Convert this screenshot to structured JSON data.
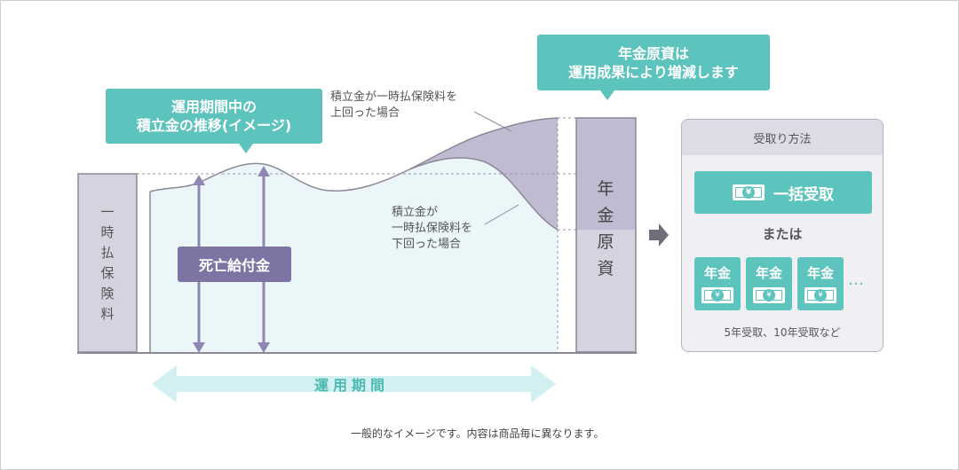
{
  "callouts": {
    "transition": "運用期間中の\n積立金の推移(イメージ)",
    "principal": "年金原資は\n運用成果により増減します"
  },
  "notes": {
    "above": "積立金が一時払保険料を\n上回った場合",
    "below": "積立金が\n一時払保険料を\n下回った場合"
  },
  "labels": {
    "premium": [
      "一",
      "時",
      "払",
      "保",
      "険",
      "料"
    ],
    "pension_principal": [
      "年",
      "金",
      "原",
      "資"
    ],
    "death_benefit": "死亡給付金",
    "operation_period": "運用期間"
  },
  "panel": {
    "title": "受取り方法",
    "lump_sum": "一括受取",
    "or": "または",
    "annuity": "年金",
    "annuity_boxes": 3,
    "ellipsis": "…",
    "footnote": "5年受取、10年受取など"
  },
  "money_symbol": "¥",
  "disclaimer": "一般的なイメージです。内容は商品毎に異なります。",
  "colors": {
    "teal": "#5cc3bd",
    "purple": "#7d74a4",
    "lavender": "#c0bbd0",
    "light_cyan": "#eaf6f7",
    "arrow_light": "#d2f0f1"
  }
}
